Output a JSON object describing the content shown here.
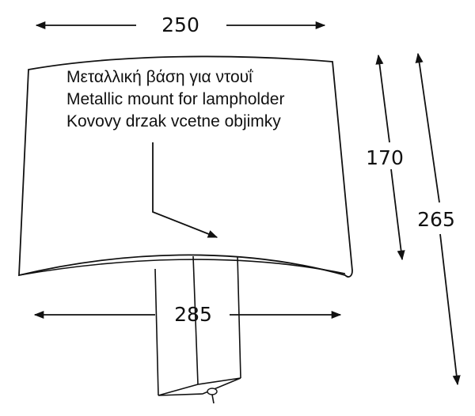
{
  "dimensions": {
    "top_width": "250",
    "bottom_width": "285",
    "shade_height": "170",
    "total_height": "265"
  },
  "note": {
    "line_greek": "Μεταλλική βάση για ντουΐ",
    "line_english": "Metallic mount for lampholder",
    "line_czech": "Kovovy drzak vcetne objimky"
  },
  "colors": {
    "line": "#111111",
    "background": "#ffffff"
  }
}
